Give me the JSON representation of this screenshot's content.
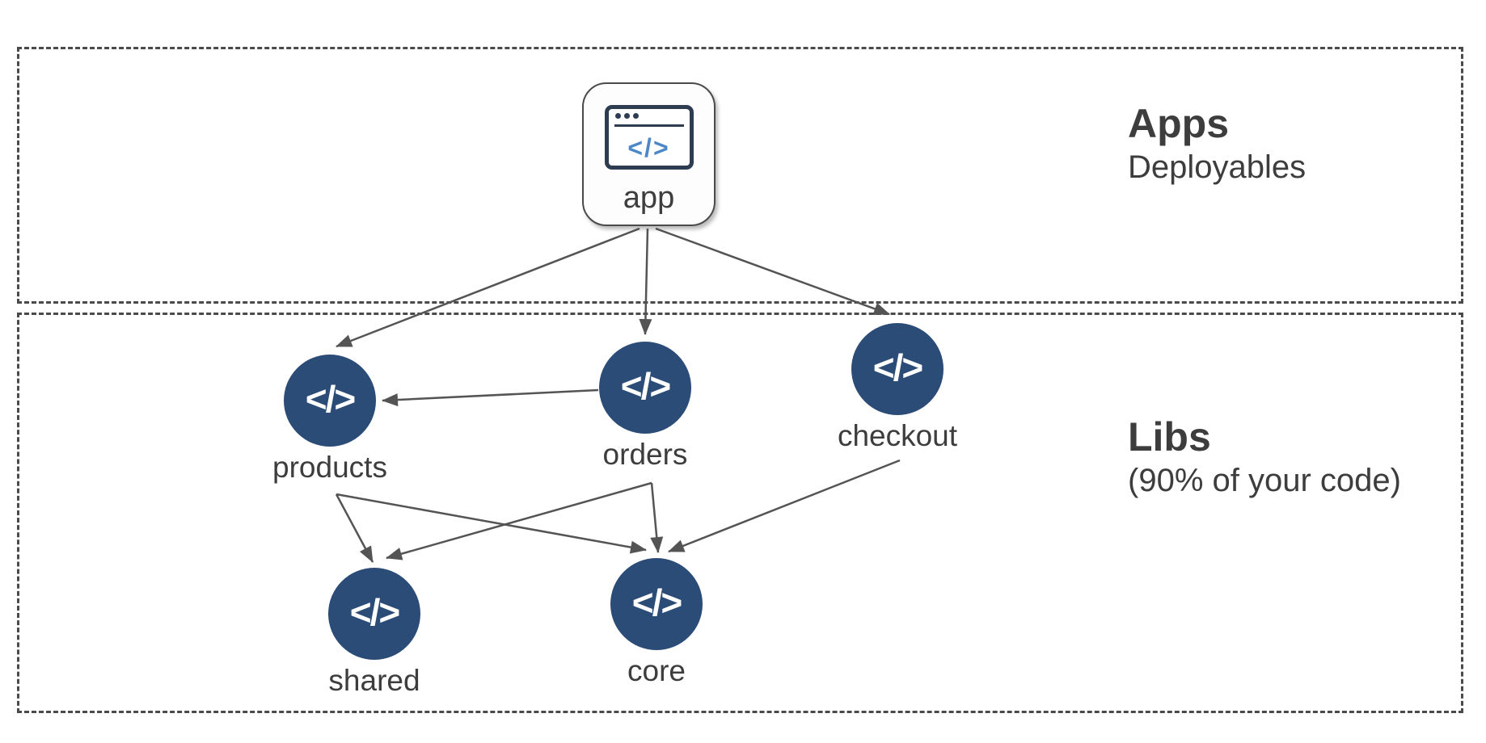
{
  "sections": {
    "apps": {
      "title": "Apps",
      "subtitle": "Deployables"
    },
    "libs": {
      "title": "Libs",
      "subtitle": "(90% of your code)"
    }
  },
  "app_node": {
    "label": "app",
    "icon_glyph": "</>"
  },
  "nodes": {
    "products": {
      "label": "products",
      "icon_glyph": "</>"
    },
    "orders": {
      "label": "orders",
      "icon_glyph": "</>"
    },
    "checkout": {
      "label": "checkout",
      "icon_glyph": "</>"
    },
    "shared": {
      "label": "shared",
      "icon_glyph": "</>"
    },
    "core": {
      "label": "core",
      "icon_glyph": "</>"
    }
  },
  "edges": [
    {
      "from": "app",
      "to": "products"
    },
    {
      "from": "app",
      "to": "orders"
    },
    {
      "from": "app",
      "to": "checkout"
    },
    {
      "from": "orders",
      "to": "products"
    },
    {
      "from": "products",
      "to": "shared"
    },
    {
      "from": "products",
      "to": "core"
    },
    {
      "from": "orders",
      "to": "shared"
    },
    {
      "from": "orders",
      "to": "core"
    },
    {
      "from": "checkout",
      "to": "core"
    }
  ],
  "colors": {
    "node_fill": "#2b4c77",
    "icon_accent": "#4c87c6",
    "icon_outline": "#2d3c50",
    "text": "#3d3d3d",
    "arrow": "#545454",
    "dashed_border": "#4a4a4a"
  }
}
